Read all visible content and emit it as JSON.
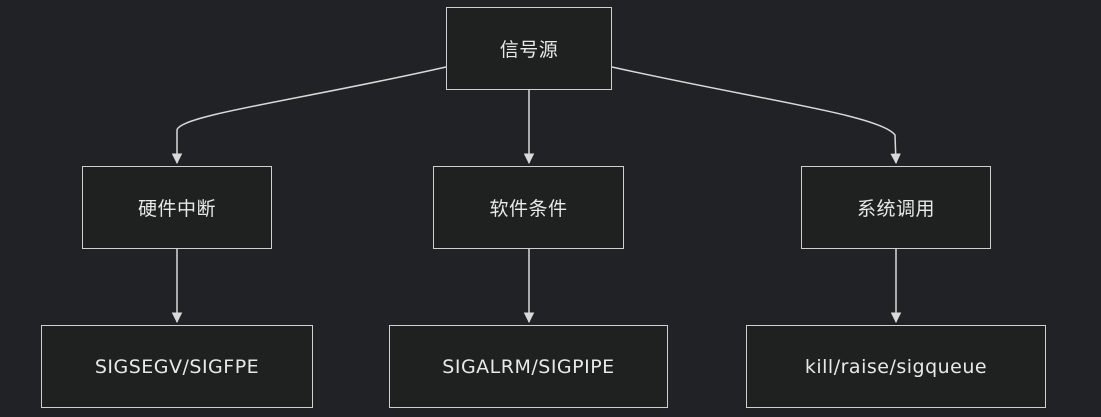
{
  "diagram": {
    "theme": {
      "background": "#212226",
      "node_fill": "#1f2020",
      "node_stroke": "#cfd0d0",
      "edge_color": "#d9d9d9",
      "text_color": "#e8e8e8"
    },
    "nodes": {
      "root": "信号源",
      "hardware": "硬件中断",
      "software": "软件条件",
      "syscall": "系统调用",
      "hardware_signals": "SIGSEGV/SIGFPE",
      "software_signals": "SIGALRM/SIGPIPE",
      "syscall_functions": "kill/raise/sigqueue"
    },
    "edges": [
      {
        "from": "root",
        "to": "hardware"
      },
      {
        "from": "root",
        "to": "software"
      },
      {
        "from": "root",
        "to": "syscall"
      },
      {
        "from": "hardware",
        "to": "hardware_signals"
      },
      {
        "from": "software",
        "to": "software_signals"
      },
      {
        "from": "syscall",
        "to": "syscall_functions"
      }
    ]
  }
}
